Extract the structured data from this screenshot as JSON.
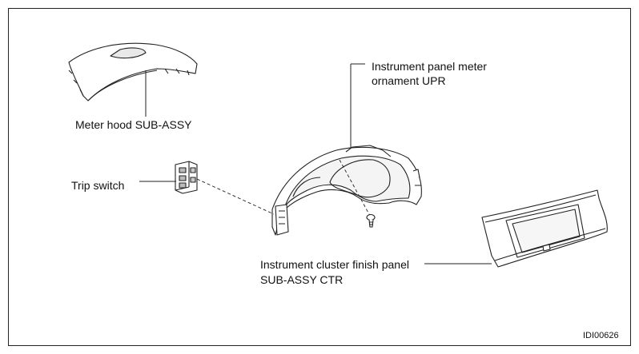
{
  "labels": {
    "meter_hood": "Meter hood SUB-ASSY",
    "ornament_line1": "Instrument panel meter",
    "ornament_line2": "ornament UPR",
    "trip_switch": "Trip switch",
    "finish_panel_line1": "Instrument cluster finish panel",
    "finish_panel_line2": "SUB-ASSY CTR"
  },
  "figure_code": "IDI00626"
}
